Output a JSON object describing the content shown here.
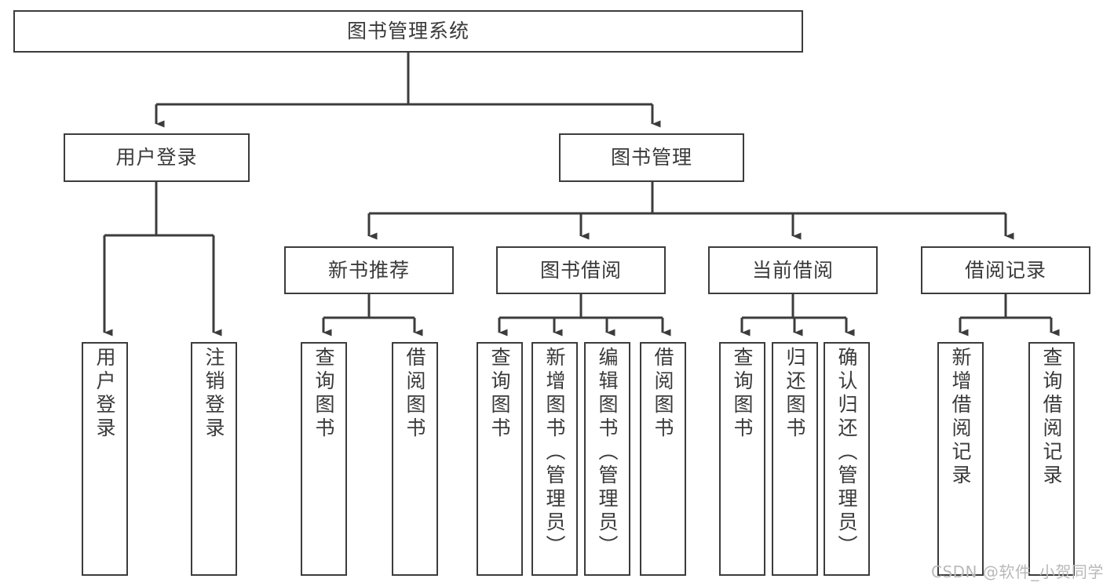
{
  "diagram": {
    "title": "图书管理系统",
    "type": "tree-hierarchy-diagram",
    "watermark": "CSDN @软件_小贺同学",
    "colors": {
      "background": "#ffffff",
      "box_border": "#3c3c3c",
      "box_fill": "#ffffff",
      "connector": "#3c3c3c",
      "text": "#3a3a3a",
      "watermark": "#b9b9b9"
    },
    "levels": {
      "root": {
        "label": "图书管理系统"
      },
      "level2": [
        {
          "id": "user-login",
          "label": "用户登录"
        },
        {
          "id": "book-management",
          "label": "图书管理"
        }
      ],
      "level3": [
        {
          "id": "new-book-recommend",
          "label": "新书推荐",
          "parent": "book-management"
        },
        {
          "id": "book-borrow",
          "label": "图书借阅",
          "parent": "book-management"
        },
        {
          "id": "current-borrow",
          "label": "当前借阅",
          "parent": "book-management"
        },
        {
          "id": "borrow-record",
          "label": "借阅记录",
          "parent": "book-management"
        }
      ],
      "leaves": [
        {
          "id": "leaf-user-login",
          "label": "用户登录",
          "parent": "user-login"
        },
        {
          "id": "leaf-logout",
          "label": "注销登录",
          "parent": "user-login"
        },
        {
          "id": "leaf-query-book-1",
          "label": "查询图书",
          "parent": "new-book-recommend"
        },
        {
          "id": "leaf-borrow-book-1",
          "label": "借阅图书",
          "parent": "new-book-recommend"
        },
        {
          "id": "leaf-query-book-2",
          "label": "查询图书",
          "parent": "book-borrow"
        },
        {
          "id": "leaf-add-book",
          "label": "新增图书（管理员）",
          "parent": "book-borrow"
        },
        {
          "id": "leaf-edit-book",
          "label": "编辑图书（管理员）",
          "parent": "book-borrow"
        },
        {
          "id": "leaf-borrow-book-2",
          "label": "借阅图书",
          "parent": "book-borrow"
        },
        {
          "id": "leaf-query-book-3",
          "label": "查询图书",
          "parent": "current-borrow"
        },
        {
          "id": "leaf-return-book",
          "label": "归还图书",
          "parent": "current-borrow"
        },
        {
          "id": "leaf-confirm-return",
          "label": "确认归还（管理员）",
          "parent": "current-borrow"
        },
        {
          "id": "leaf-add-record",
          "label": "新增借阅记录",
          "parent": "borrow-record"
        },
        {
          "id": "leaf-query-record",
          "label": "查询借阅记录",
          "parent": "borrow-record"
        }
      ]
    }
  }
}
